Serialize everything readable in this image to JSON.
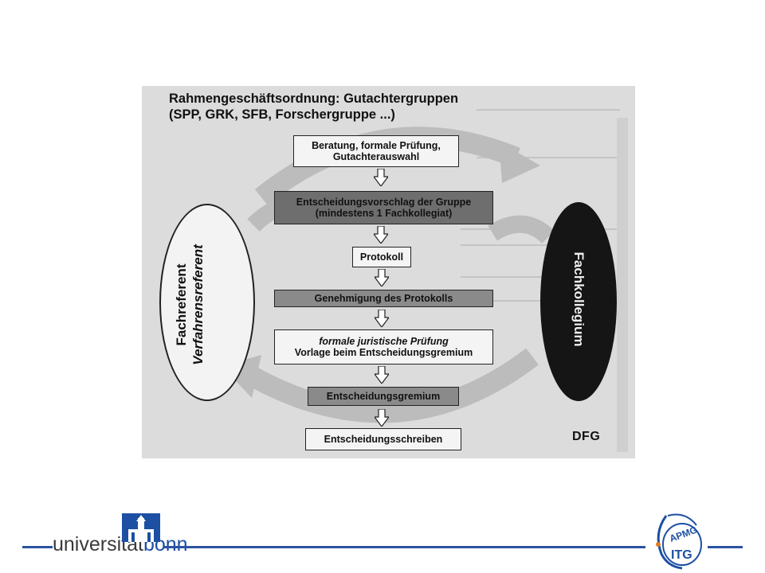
{
  "slide": {
    "title_line1": "Rahmengeschäftsordnung: Gutachtergruppen",
    "title_line2": "(SPP, GRK, SFB, Forschergruppe ...)",
    "steps": [
      {
        "line1": "Beratung, formale Prüfung,",
        "line2": "Gutachterauswahl"
      },
      {
        "line1": "Entscheidungsvorschlag der Gruppe",
        "line2": "(mindestens 1 Fachkollegiat)"
      },
      {
        "line1": "Protokoll"
      },
      {
        "line1": "Genehmigung des Protokolls"
      },
      {
        "line1": "formale juristische Prüfung",
        "line2": "Vorlage beim Entscheidungsgremium"
      },
      {
        "line1": "Entscheidungsgremium"
      },
      {
        "line1": "Entscheidungsschreiben"
      }
    ],
    "left_ellipse": {
      "line1": "Fachreferent",
      "line2": "Verfahrensreferent"
    },
    "right_ellipse": {
      "label": "Fachkollegium"
    },
    "dfg_label": "DFG"
  },
  "footer": {
    "uni_prefix": "universität",
    "uni_suffix": "bonn",
    "apmg_top": "APMG",
    "apmg_bottom": "ITG",
    "colors": {
      "accent": "#2b53a2"
    }
  }
}
